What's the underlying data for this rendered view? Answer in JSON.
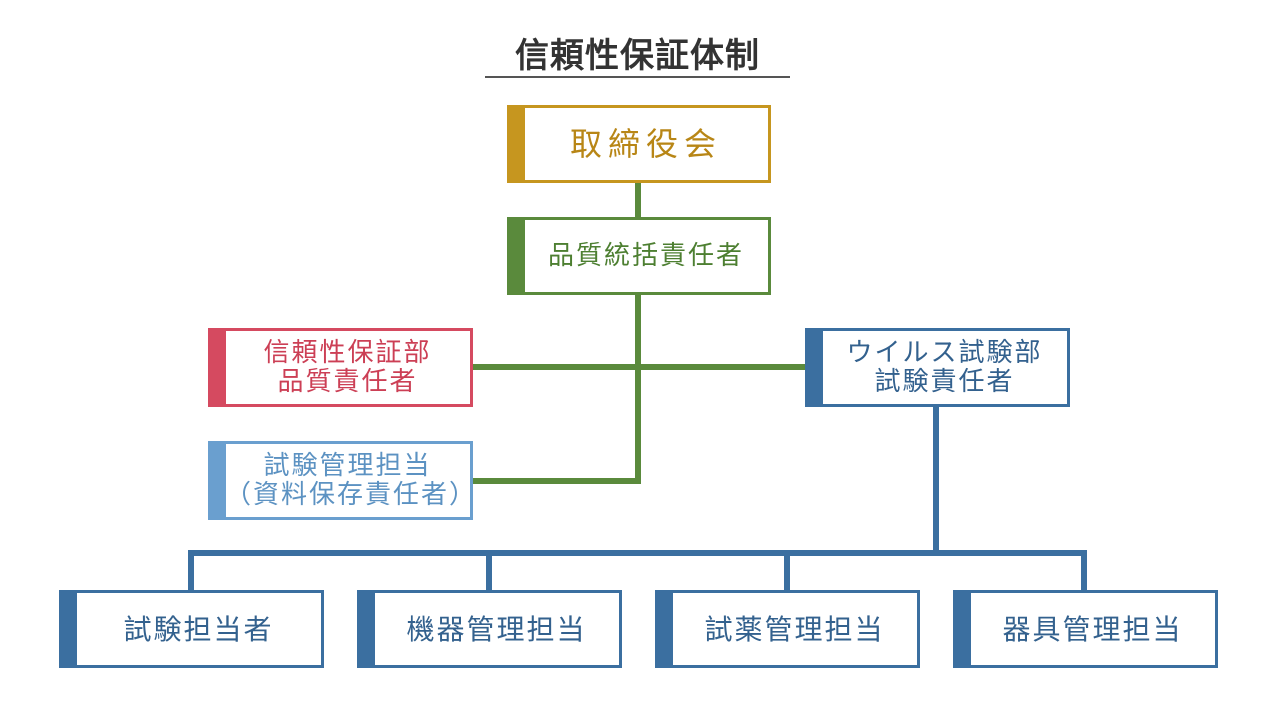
{
  "title": "信頼性保証体制",
  "nodes": {
    "board": "取締役会",
    "quality_head": "品質統括責任者",
    "reliability_dept": [
      "信頼性保証部",
      "品質責任者"
    ],
    "test_mgmt": [
      "試験管理担当",
      "（資料保存責任者）"
    ],
    "virus_dept": [
      "ウイルス試験部",
      "試験責任者"
    ],
    "staff": [
      "試験担当者",
      "機器管理担当",
      "試薬管理担当",
      "器具管理担当"
    ]
  },
  "colors": {
    "board": "#c6961f",
    "quality": "#5a8a3c",
    "reliability": "#d54a60",
    "test_mgmt": "#6a9fcf",
    "virus": "#3b6fa0"
  }
}
